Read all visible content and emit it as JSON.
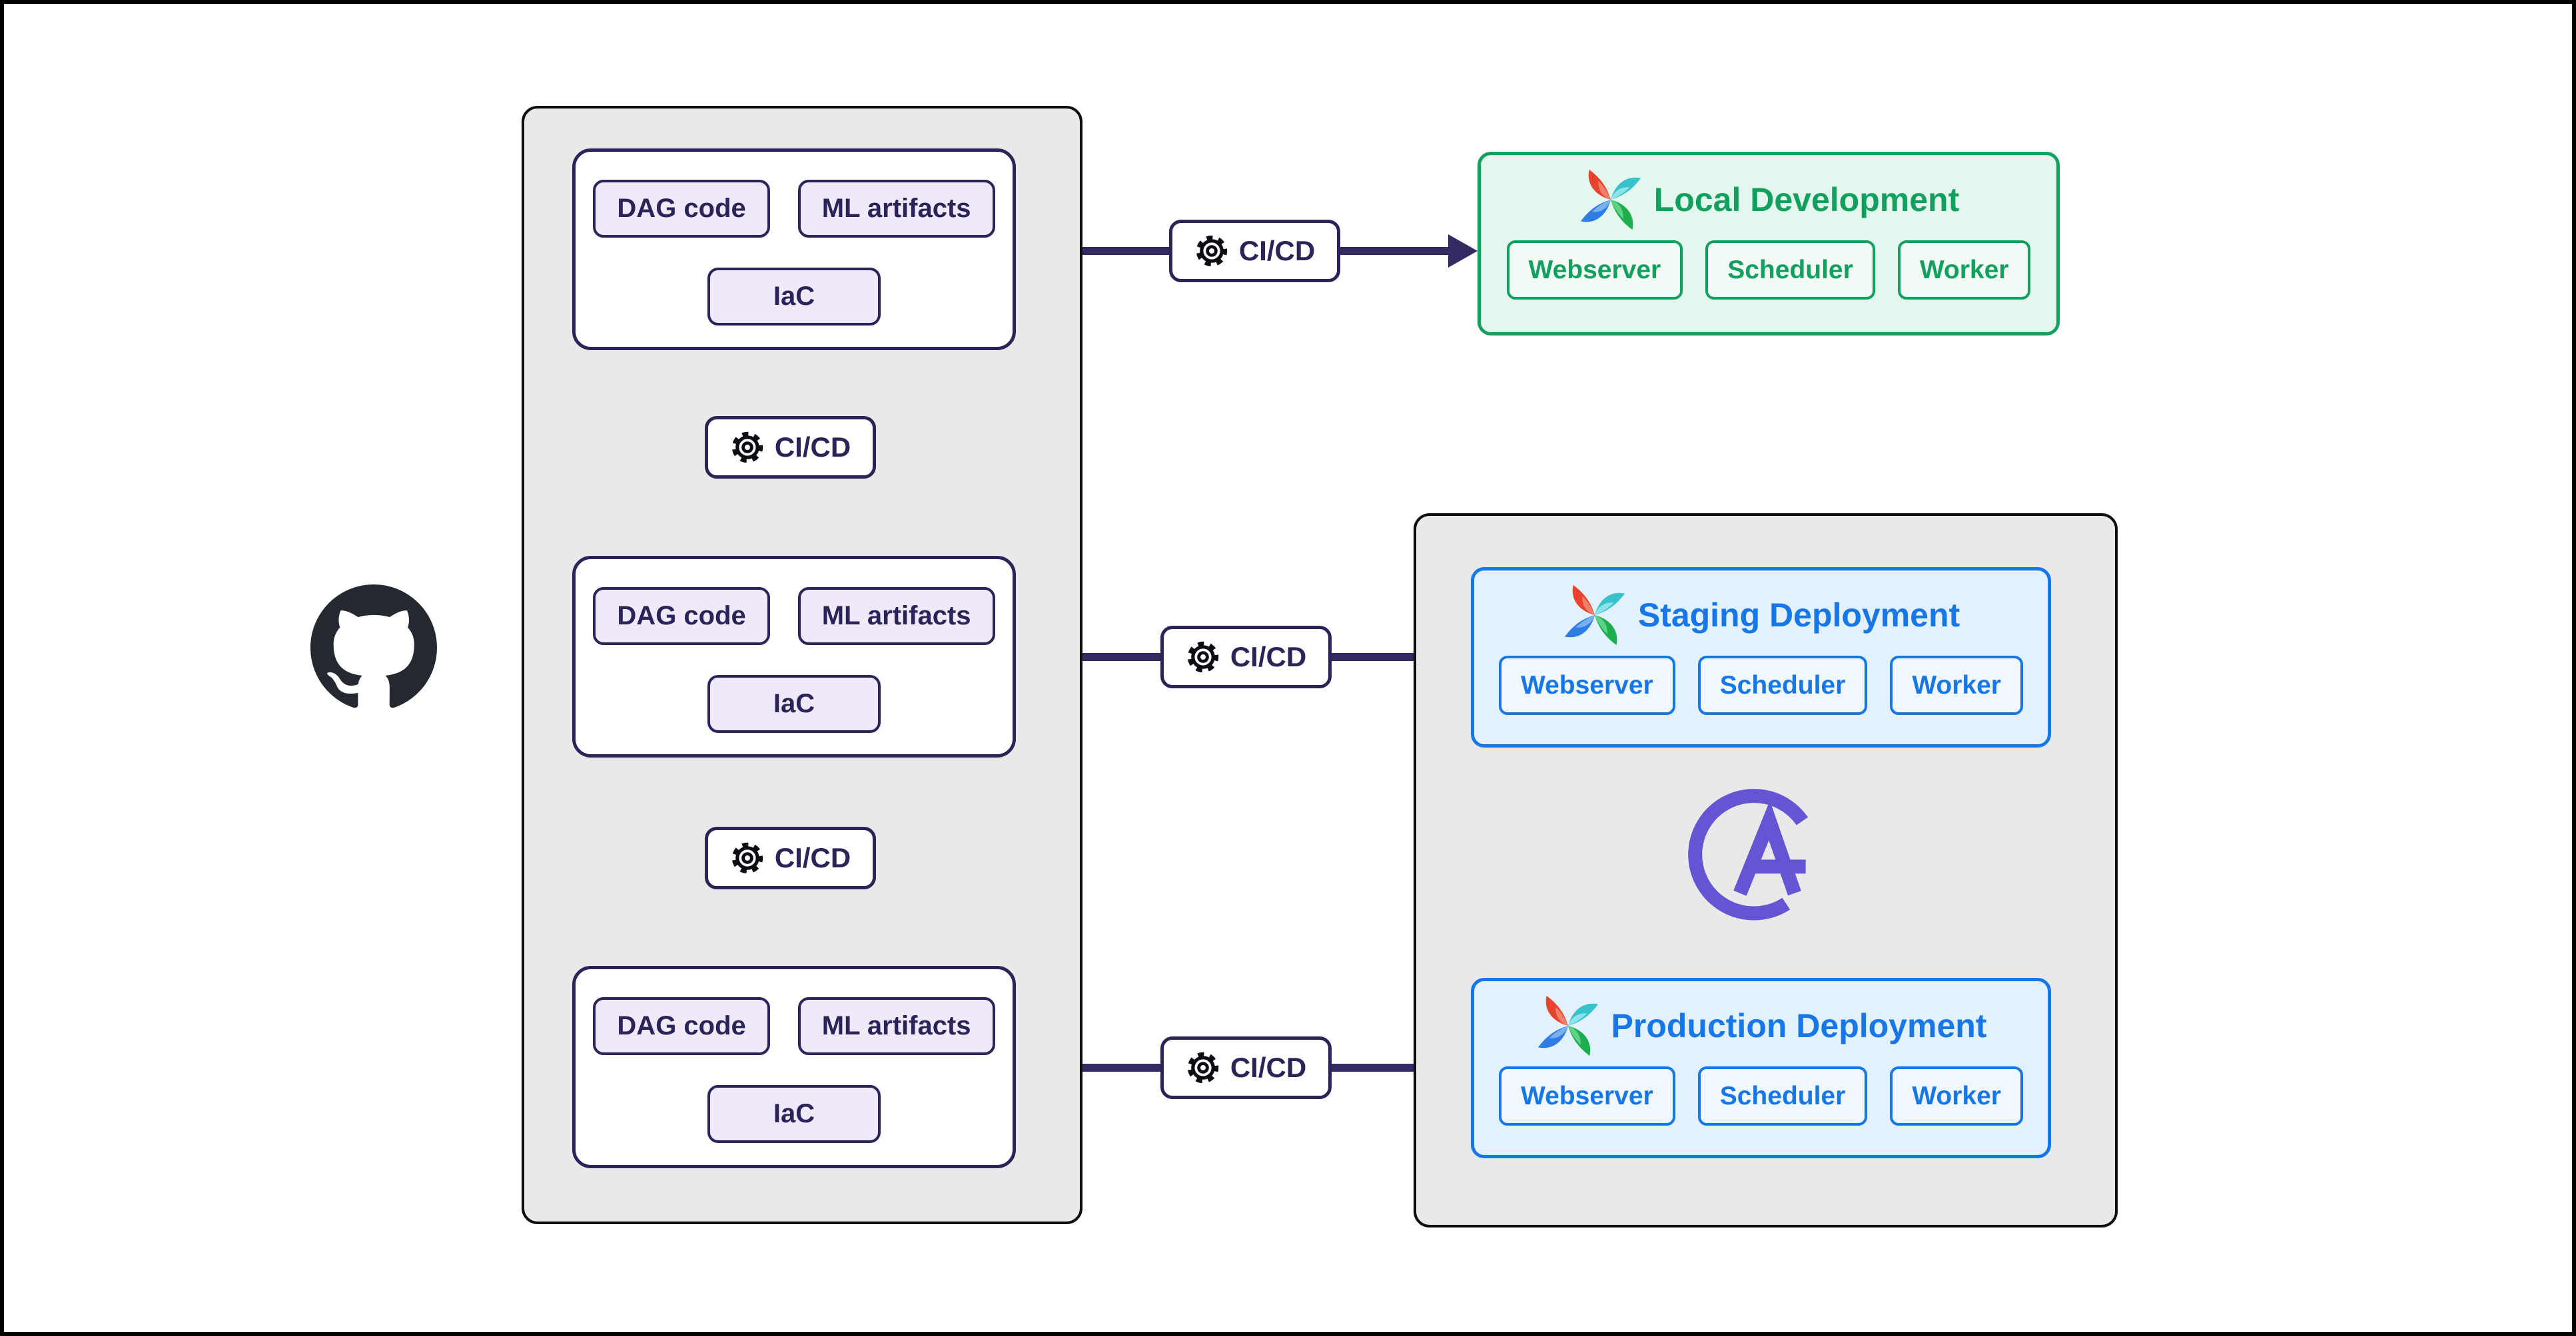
{
  "cicd_label": "CI/CD",
  "repo_boxes": [
    {
      "chips": [
        "DAG code",
        "ML artifacts",
        "IaC"
      ]
    },
    {
      "chips": [
        "DAG code",
        "ML artifacts",
        "IaC"
      ]
    },
    {
      "chips": [
        "DAG code",
        "ML artifacts",
        "IaC"
      ]
    }
  ],
  "environments": {
    "local": {
      "title": "Local Development",
      "components": [
        "Webserver",
        "Scheduler",
        "Worker"
      ],
      "accent": "#12a05f"
    },
    "staging": {
      "title": "Staging Deployment",
      "components": [
        "Webserver",
        "Scheduler",
        "Worker"
      ],
      "accent": "#1777e8"
    },
    "production": {
      "title": "Production Deployment",
      "components": [
        "Webserver",
        "Scheduler",
        "Worker"
      ],
      "accent": "#1777e8"
    }
  },
  "icons": {
    "github": "github-icon",
    "gear": "gear-icon",
    "airflow": "airflow-pinwheel-icon",
    "astronomer": "astronomer-icon"
  },
  "colors": {
    "navy": "#2b2458",
    "arrow": "#322b62",
    "chip_lavender": "#efe9fa",
    "panel_gray": "#e9e9e9",
    "panel_border": "#0d0d12",
    "green_accent": "#12a05f",
    "green_bg": "#e4f7ee",
    "blue_accent": "#1777e8",
    "blue_bg": "#e3f1fc",
    "astronomer_purple": "#6355d4",
    "github_black": "#24292f",
    "airflow_red": "#e8432c",
    "airflow_cyan": "#38c2cc",
    "airflow_green": "#1fae4d",
    "airflow_blue": "#2e7de6"
  }
}
